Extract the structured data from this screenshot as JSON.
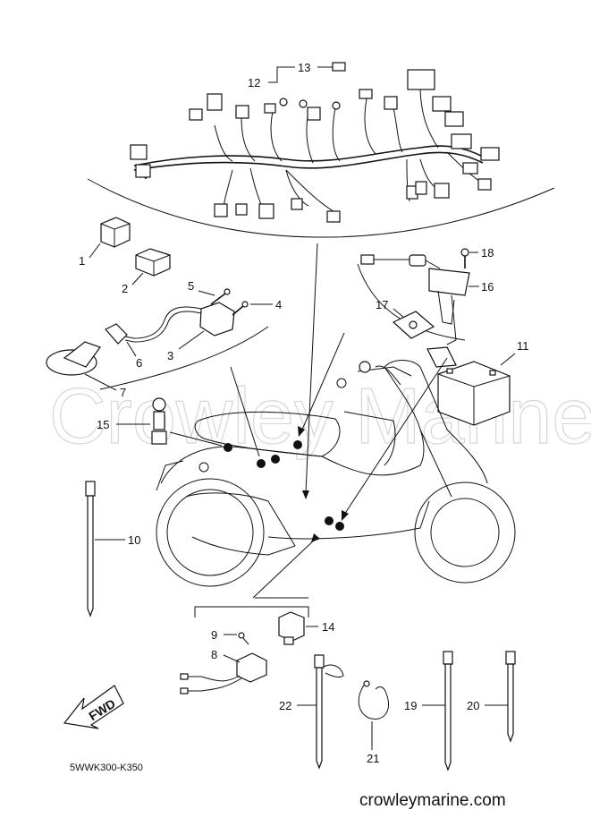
{
  "watermark": "Crowley Marine",
  "diagram_code": "5WWK300-K350",
  "site": "crowleymarine.com",
  "fwd_label": "FWD",
  "callouts": {
    "c1": "1",
    "c2": "2",
    "c3": "3",
    "c4": "4",
    "c5": "5",
    "c6": "6",
    "c7": "7",
    "c8": "8",
    "c9": "9",
    "c10": "10",
    "c11": "11",
    "c12": "12",
    "c13": "13",
    "c14": "14",
    "c15": "15",
    "c16": "16",
    "c17": "17",
    "c18": "18",
    "c19": "19",
    "c20": "20",
    "c21": "21",
    "c22": "22"
  }
}
